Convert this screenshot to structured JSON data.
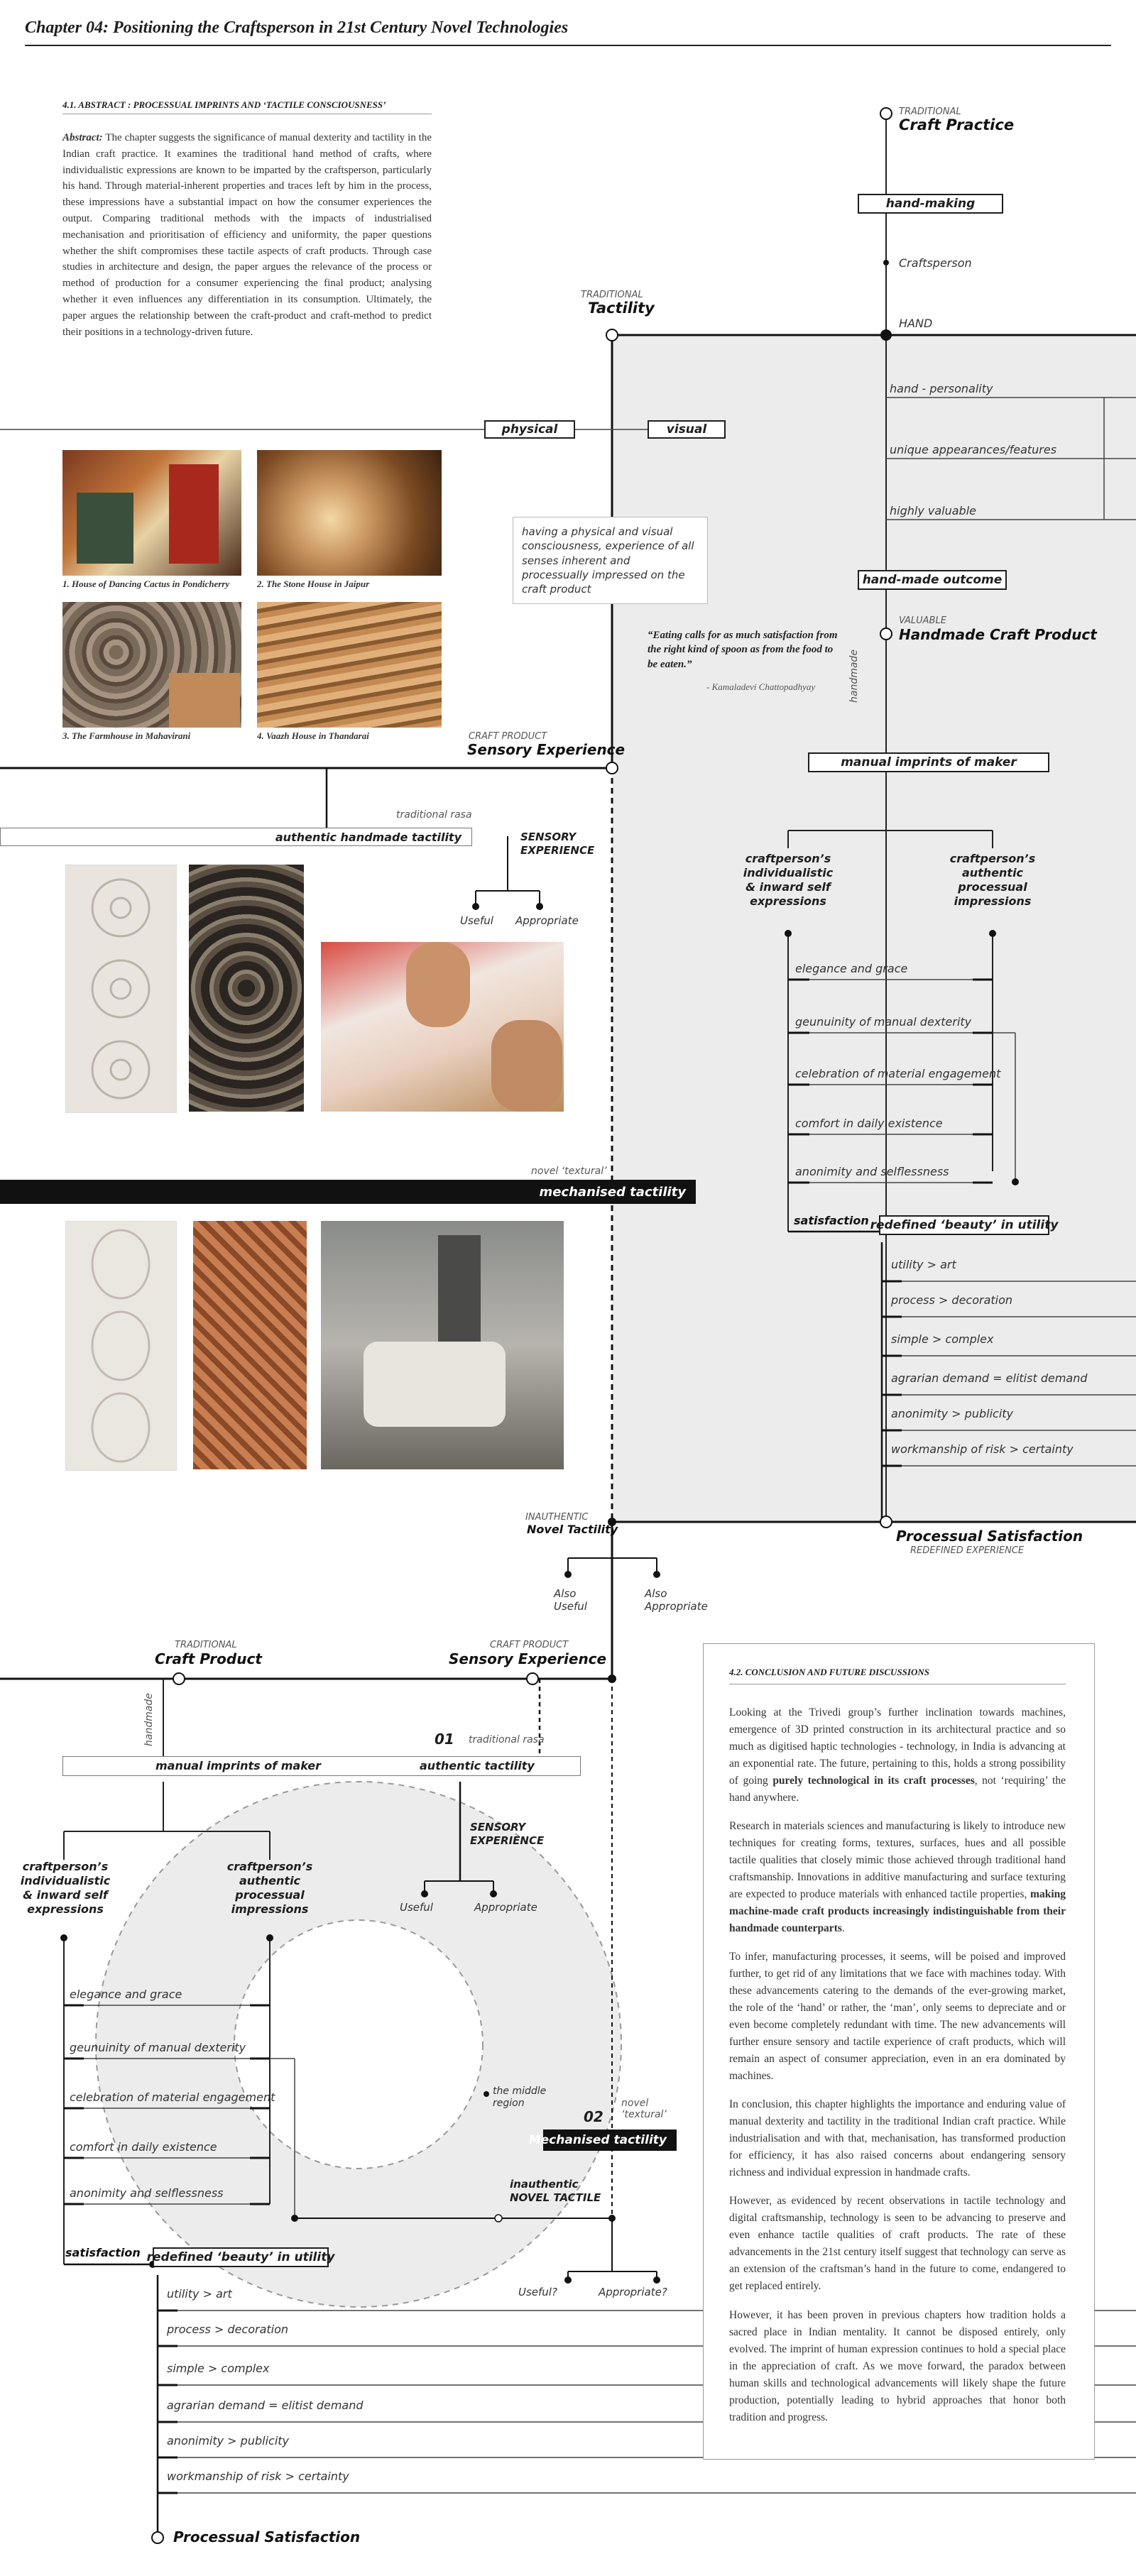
{
  "header": {
    "title": "Chapter 04: Positioning the Craftsperson in 21st Century Novel Technologies"
  },
  "abstract": {
    "heading": "4.1.  ABSTRACT : PROCESSUAL IMPRINTS AND ‘TACTILE CONSCIOUSNESS’",
    "label": "Abstract:",
    "text": "The chapter suggests the significance of manual dexterity and tactility in the Indian craft practice. It examines the traditional hand method of crafts, where individualistic expressions are known to be imparted by the craftsperson, particularly his hand. Through material-inherent properties and traces left by him in the process, these impressions have a substantial impact on how the consumer experiences the output. Comparing traditional methods with the impacts of industrialised mechanisation and prioritisation of efficiency and uniformity, the paper questions whether the shift compromises these tactile aspects of craft products. Through case studies in architecture and design, the paper argues the relevance of the process or method of production for a consumer experiencing the final product; analysing whether it even influences any differentiation in its consumption. Ultimately, the paper argues the relationship between the craft-product and craft-method to predict their positions in a technology-driven future."
  },
  "craft_practice": {
    "traditional": "TRADITIONAL",
    "title": "Craft Practice",
    "hand_making": "hand-making",
    "craftsperson": "Craftsperson",
    "hand": "HAND",
    "hand_personality": "hand - personality",
    "unique": "unique appearances/features",
    "valuable": "highly valuable",
    "outcome": "hand-made outcome",
    "valuable_cap": "VALUABLE",
    "product": "Handmade Craft Product",
    "handmade_vert": "handmade",
    "imprints": "manual imprints of maker",
    "individualistic": "craftperson’s individualistic & inward self expressions",
    "authentic": "craftperson’s authentic processual impressions"
  },
  "tactility": {
    "traditional": "TRADITIONAL",
    "title": "Tactility",
    "physical": "physical",
    "visual": "visual",
    "note": "having a physical and visual consciousness, experience of all senses inherent and processually impressed on the craft product"
  },
  "quote": {
    "text": "“Eating calls for as much satisfaction from the right kind of spoon as from the food to be eaten.”",
    "author": "- Kamaladevi Chattopadhyay"
  },
  "photos": {
    "captions": [
      "1. House of Dancing Cactus in Pondicherry",
      "2. The Stone House in Jaipur",
      "3. The Farmhouse in Mahavirani",
      "4. Vaazh House in Thandarai"
    ]
  },
  "sensory": {
    "craft_product": "CRAFT PRODUCT",
    "title": "Sensory Experience",
    "traditional_rasa": "traditional rasa",
    "authentic_tactility": "authentic handmade tactility",
    "sensory_exp": "SENSORY EXPERIENCE",
    "useful": "Useful",
    "appropriate": "Appropriate",
    "novel_textural": "novel ‘textural’",
    "mechanised": "mechanised tactility"
  },
  "qualities": [
    "elegance and grace",
    "geunuinity of manual dexterity",
    "celebration of material engagement",
    "comfort in daily existence",
    "anonimity and selflessness"
  ],
  "satisfaction": "satisfaction",
  "redefined_beauty": "redefined ‘beauty’ in utility",
  "comparisons": [
    "utility > art",
    "process > decoration",
    "simple > complex",
    "agrarian demand = elitist demand",
    "anonimity > publicity",
    "workmanship of risk > certainty"
  ],
  "processual": {
    "title": "Processual Satisfaction",
    "sub": "REDEFINED EXPERIENCE"
  },
  "novel_tactility": {
    "inauthentic": "INAUTHENTIC",
    "title": "Novel Tactility",
    "also_useful": "Also Useful",
    "also_appropriate": "Also Appropriate"
  },
  "lower": {
    "traditional": "TRADITIONAL",
    "craft_product": "Craft Product",
    "cp_caps": "CRAFT PRODUCT",
    "sensory": "Sensory Experience",
    "handmade_vert": "handmade",
    "num01": "01",
    "traditional_rasa": "traditional rasa",
    "imprints": "manual imprints of maker",
    "authentic_tactility": "authentic tactility",
    "sensory_exp": "SENSORY EXPERIENCE",
    "useful": "Useful",
    "appropriate": "Appropriate",
    "middle_region": "the middle region",
    "num02": "02",
    "novel_textural": "novel ‘textural’",
    "mechanised": "Mechanised tactility",
    "inauthentic_novel": "inauthentic NOVEL TACTILE",
    "useful_q": "Useful?",
    "appropriate_q": "Appropriate?",
    "processual": "Processual Satisfaction"
  },
  "conclusion": {
    "heading": "4.2.  CONCLUSION AND FUTURE DISCUSSIONS",
    "p1a": "Looking at the Trivedi group’s further inclination towards machines, emergence of 3D printed construction in its architectural practice and so much as digitised haptic technologies - technology, in India is advancing at an exponential rate. The future, pertaining to this, holds a strong possibility of going ",
    "p1b": "purely technological in its craft processes",
    "p1c": ", not ‘requiring’ the hand anywhere.",
    "p2a": "Research in materials sciences and manufacturing is likely to introduce new techniques for creating forms, textures, surfaces, hues and all possible tactile qualities that closely mimic those achieved through traditional hand craftsmanship. Innovations in additive manufacturing and surface texturing are expected to produce materials with enhanced tactile properties, ",
    "p2b": "making machine-made craft products increasingly indistinguishable from their handmade counterparts",
    "p2c": ".",
    "p3": "To infer, manufacturing processes, it seems, will be poised and improved further, to get rid of any limitations that we face with machines today. With these advancements catering to the demands of the ever-growing market, the role of the ‘hand’ or rather, the ‘man’, only seems to depreciate and or even become completely redundant with time. The new advancements will further ensure sensory and tactile experience of craft products, which will remain an aspect of consumer appreciation, even in an era dominated by machines.",
    "p4": "In conclusion, this chapter highlights the importance and enduring value of manual dexterity and tactility in the traditional Indian craft practice. While industrialisation and with that, mechanisation, has transformed production for efficiency, it has also raised concerns about endangering sensory richness and individual expression in handmade crafts.",
    "p5": "However, as evidenced by recent observations in tactile technology and digital craftsmanship, technology is seen to be advancing to preserve and even enhance tactile qualities of craft products. The rate of these advancements in the 21st century itself suggest that technology can serve as an extension of the craftsman’s hand in the future to come, endangered to get replaced entirely.",
    "p6": "However, it has been proven in previous chapters how tradition holds a sacred place in Indian mentality. It cannot be disposed entirely, only evolved. The imprint of human expression continues to hold a special place in the appreciation of craft. As we move forward, the paradox between human skills and technological advancements will likely shape the future production, potentially leading to hybrid approaches that honor both tradition and progress."
  }
}
